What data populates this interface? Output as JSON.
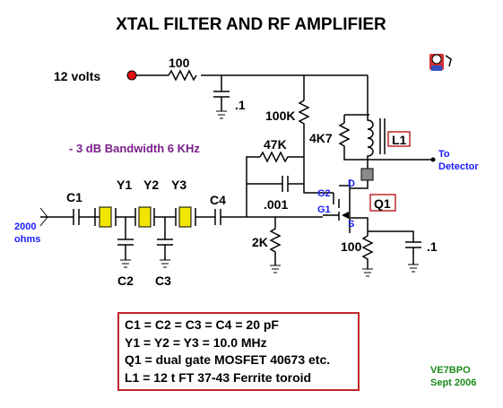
{
  "title": "XTAL FILTER AND RF AMPLIFIER",
  "supply": "12 volts",
  "bandwidth": "- 3 dB Bandwidth 6 KHz",
  "input_impedance": [
    "2000",
    "ohms"
  ],
  "output": [
    "To",
    "Detector"
  ],
  "components": {
    "r_supply": "100",
    "c_supply": ".1",
    "r_100k": "100K",
    "r_4k7": "4K7",
    "r_47k": "47K",
    "c_001": ".001",
    "r_2k": "2K",
    "r_source": "100",
    "c_source": ".1",
    "c1": "C1",
    "c2": "C2",
    "c3": "C3",
    "c4": "C4",
    "y1": "Y1",
    "y2": "Y2",
    "y3": "Y3",
    "l1": "L1",
    "q1": "Q1",
    "pin_d": "D",
    "pin_s": "S",
    "pin_g1": "G1",
    "pin_g2": "G2"
  },
  "notes": [
    "C1 = C2 = C3 = C4 = 20 pF",
    "Y1 = Y2 = Y3 = 10.0 MHz",
    "Q1 = dual gate MOSFET 40673 etc.",
    "L1 = 12 t FT 37-43 Ferrite toroid"
  ],
  "author": "VE7BPO",
  "date": "Sept 2006",
  "colors": {
    "title": "#000000",
    "bandwidth": "#7a1f8a",
    "port_labels": "#1a1aff",
    "author": "#1a8a1a",
    "notes_border": "#c0262a",
    "crystal_fill": "#f2e600",
    "supply_dot": "#e01010",
    "ferrite": "#8a8a8a"
  }
}
